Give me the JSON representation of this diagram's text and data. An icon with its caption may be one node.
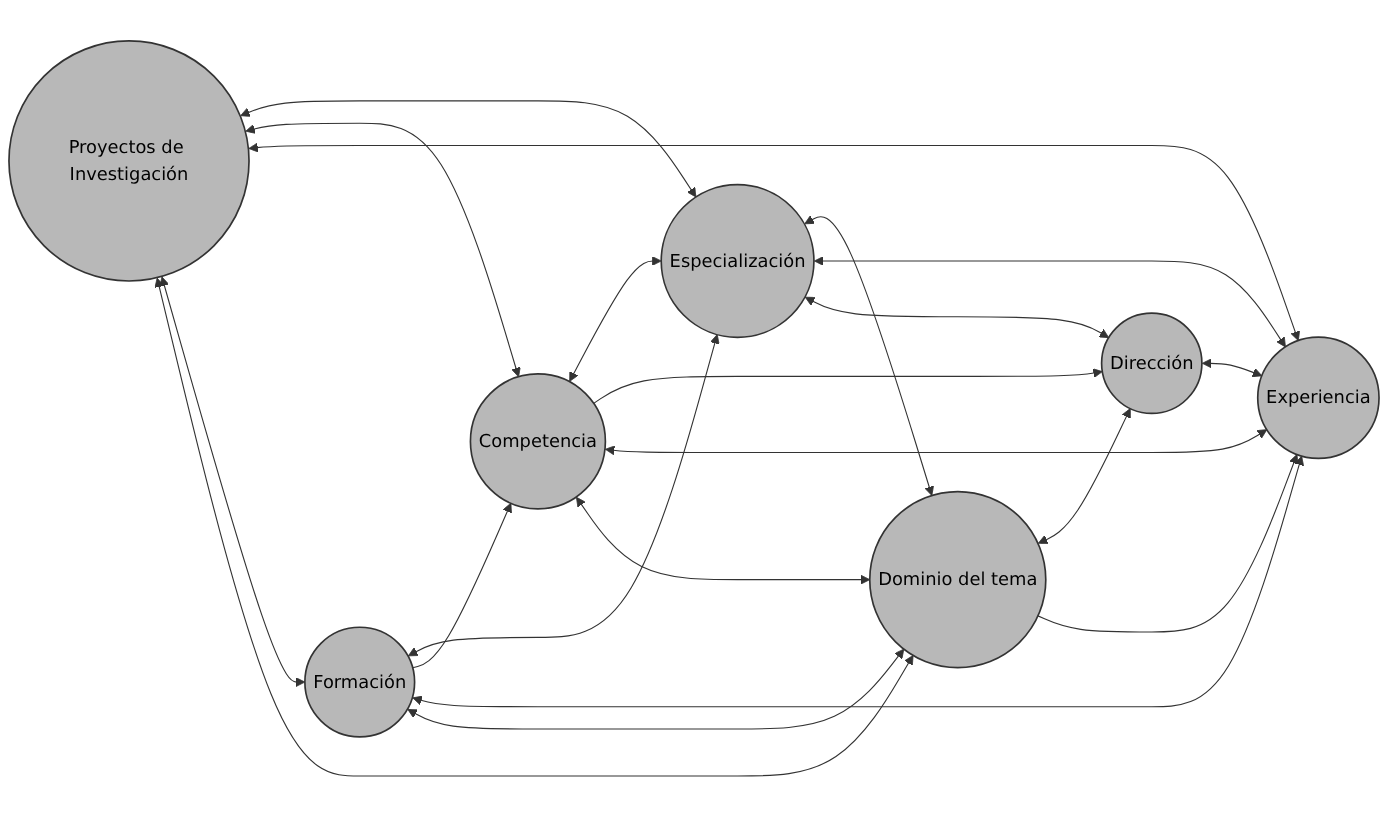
{
  "diagram": {
    "nodes": [
      {
        "text": [
          "Especialización"
        ]
      },
      {
        "text": [
          "Dirección"
        ]
      },
      {
        "text": [
          "Proyectos de Investigación"
        ]
      },
      {
        "text": [
          "Competencia"
        ]
      },
      {
        "text": [
          "Experiencia"
        ]
      },
      {
        "text": [
          "Formación"
        ]
      },
      {
        "text": [
          "Dominio del tema"
        ]
      }
    ],
    "edges": [
      {
        "from": 2,
        "to": 0,
        "arrow": "both"
      },
      {
        "from": 5,
        "to": 0,
        "arrow": "both"
      },
      {
        "from": 3,
        "to": 0,
        "arrow": "both"
      },
      {
        "from": 0,
        "to": 6,
        "arrow": "both"
      },
      {
        "from": 0,
        "to": 4,
        "arrow": "both"
      },
      {
        "from": 0,
        "to": 1,
        "arrow": "both"
      },
      {
        "from": 3,
        "to": 1,
        "arrow": "to"
      },
      {
        "from": 6,
        "to": 1,
        "arrow": "both"
      },
      {
        "from": 1,
        "to": 4,
        "arrow": "both"
      },
      {
        "from": 2,
        "to": 3,
        "arrow": "both"
      },
      {
        "from": 2,
        "to": 4,
        "arrow": "both"
      },
      {
        "from": 2,
        "to": 5,
        "arrow": "both"
      },
      {
        "from": 2,
        "to": 6,
        "arrow": "both"
      },
      {
        "from": 3,
        "to": 4,
        "arrow": "both"
      },
      {
        "from": 3,
        "to": 6,
        "arrow": "both"
      },
      {
        "from": 5,
        "to": 3,
        "arrow": "to"
      },
      {
        "from": 5,
        "to": 4,
        "arrow": "both"
      },
      {
        "from": 5,
        "to": 6,
        "arrow": "both"
      },
      {
        "from": 6,
        "to": 4,
        "arrow": "to"
      }
    ]
  }
}
